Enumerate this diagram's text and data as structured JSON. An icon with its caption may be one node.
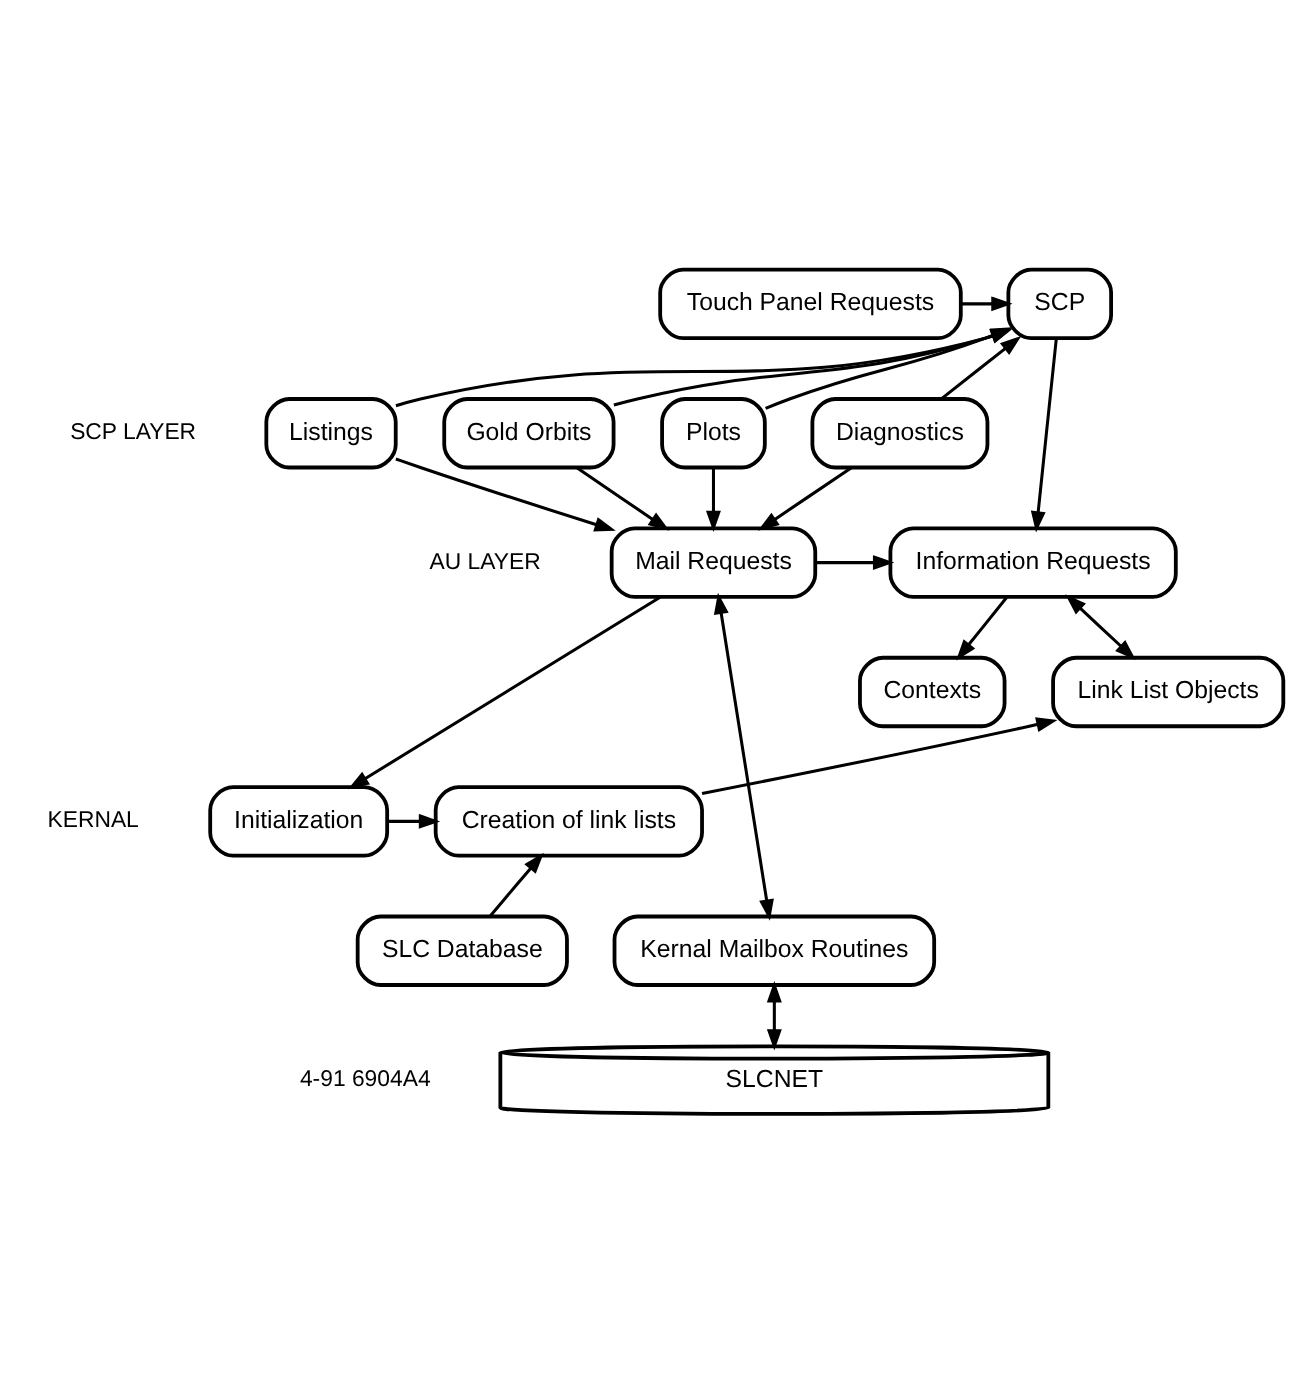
{
  "diagram": {
    "nodes": [
      {
        "text": [
          "Touch Panel Requests"
        ]
      },
      {
        "text": [
          "SCP"
        ]
      },
      {
        "text": [
          "Listings"
        ]
      },
      {
        "text": [
          "Gold Orbits"
        ]
      },
      {
        "text": [
          "Plots"
        ]
      },
      {
        "text": [
          "Diagnostics"
        ]
      },
      {
        "text": [
          "Information Requests"
        ]
      },
      {
        "text": [
          "Mail Requests"
        ]
      },
      {
        "text": [
          "Contexts"
        ]
      },
      {
        "text": [
          "Link List Objects"
        ]
      },
      {
        "text": [
          "Creation of link lists"
        ]
      },
      {
        "text": [
          "Initialization"
        ]
      },
      {
        "text": [
          "SLC Database"
        ]
      },
      {
        "text": [
          "Kernal Mailbox Routines"
        ]
      },
      {
        "text": [
          "SLCNET"
        ]
      }
    ],
    "edges": [
      {
        "from": 0,
        "to": 1,
        "arrow": "to"
      },
      {
        "from": 2,
        "to": 1,
        "arrow": "to"
      },
      {
        "from": 3,
        "to": 1,
        "arrow": "to"
      },
      {
        "from": 4,
        "to": 1,
        "arrow": "to"
      },
      {
        "from": 5,
        "to": 1,
        "arrow": "to"
      },
      {
        "from": 1,
        "to": 6,
        "arrow": "to"
      },
      {
        "from": 2,
        "to": 7,
        "arrow": "to"
      },
      {
        "from": 3,
        "to": 7,
        "arrow": "to"
      },
      {
        "from": 4,
        "to": 7,
        "arrow": "to"
      },
      {
        "from": 5,
        "to": 7,
        "arrow": "to"
      },
      {
        "from": 7,
        "to": 6,
        "arrow": "to"
      },
      {
        "from": 6,
        "to": 8,
        "arrow": "to"
      },
      {
        "from": 6,
        "to": 9,
        "arrow": "both"
      },
      {
        "from": 7,
        "to": 11,
        "arrow": "to"
      },
      {
        "from": 7,
        "to": 13,
        "arrow": "both"
      },
      {
        "from": 11,
        "to": 10,
        "arrow": "to"
      },
      {
        "from": 10,
        "to": 9,
        "arrow": "to"
      },
      {
        "from": 12,
        "to": 10,
        "arrow": "to"
      },
      {
        "from": 13,
        "to": 14,
        "arrow": "both"
      }
    ],
    "labels": [
      "SCP LAYER",
      "AU LAYER",
      "KERNAL",
      "4-91 6904A4"
    ]
  }
}
